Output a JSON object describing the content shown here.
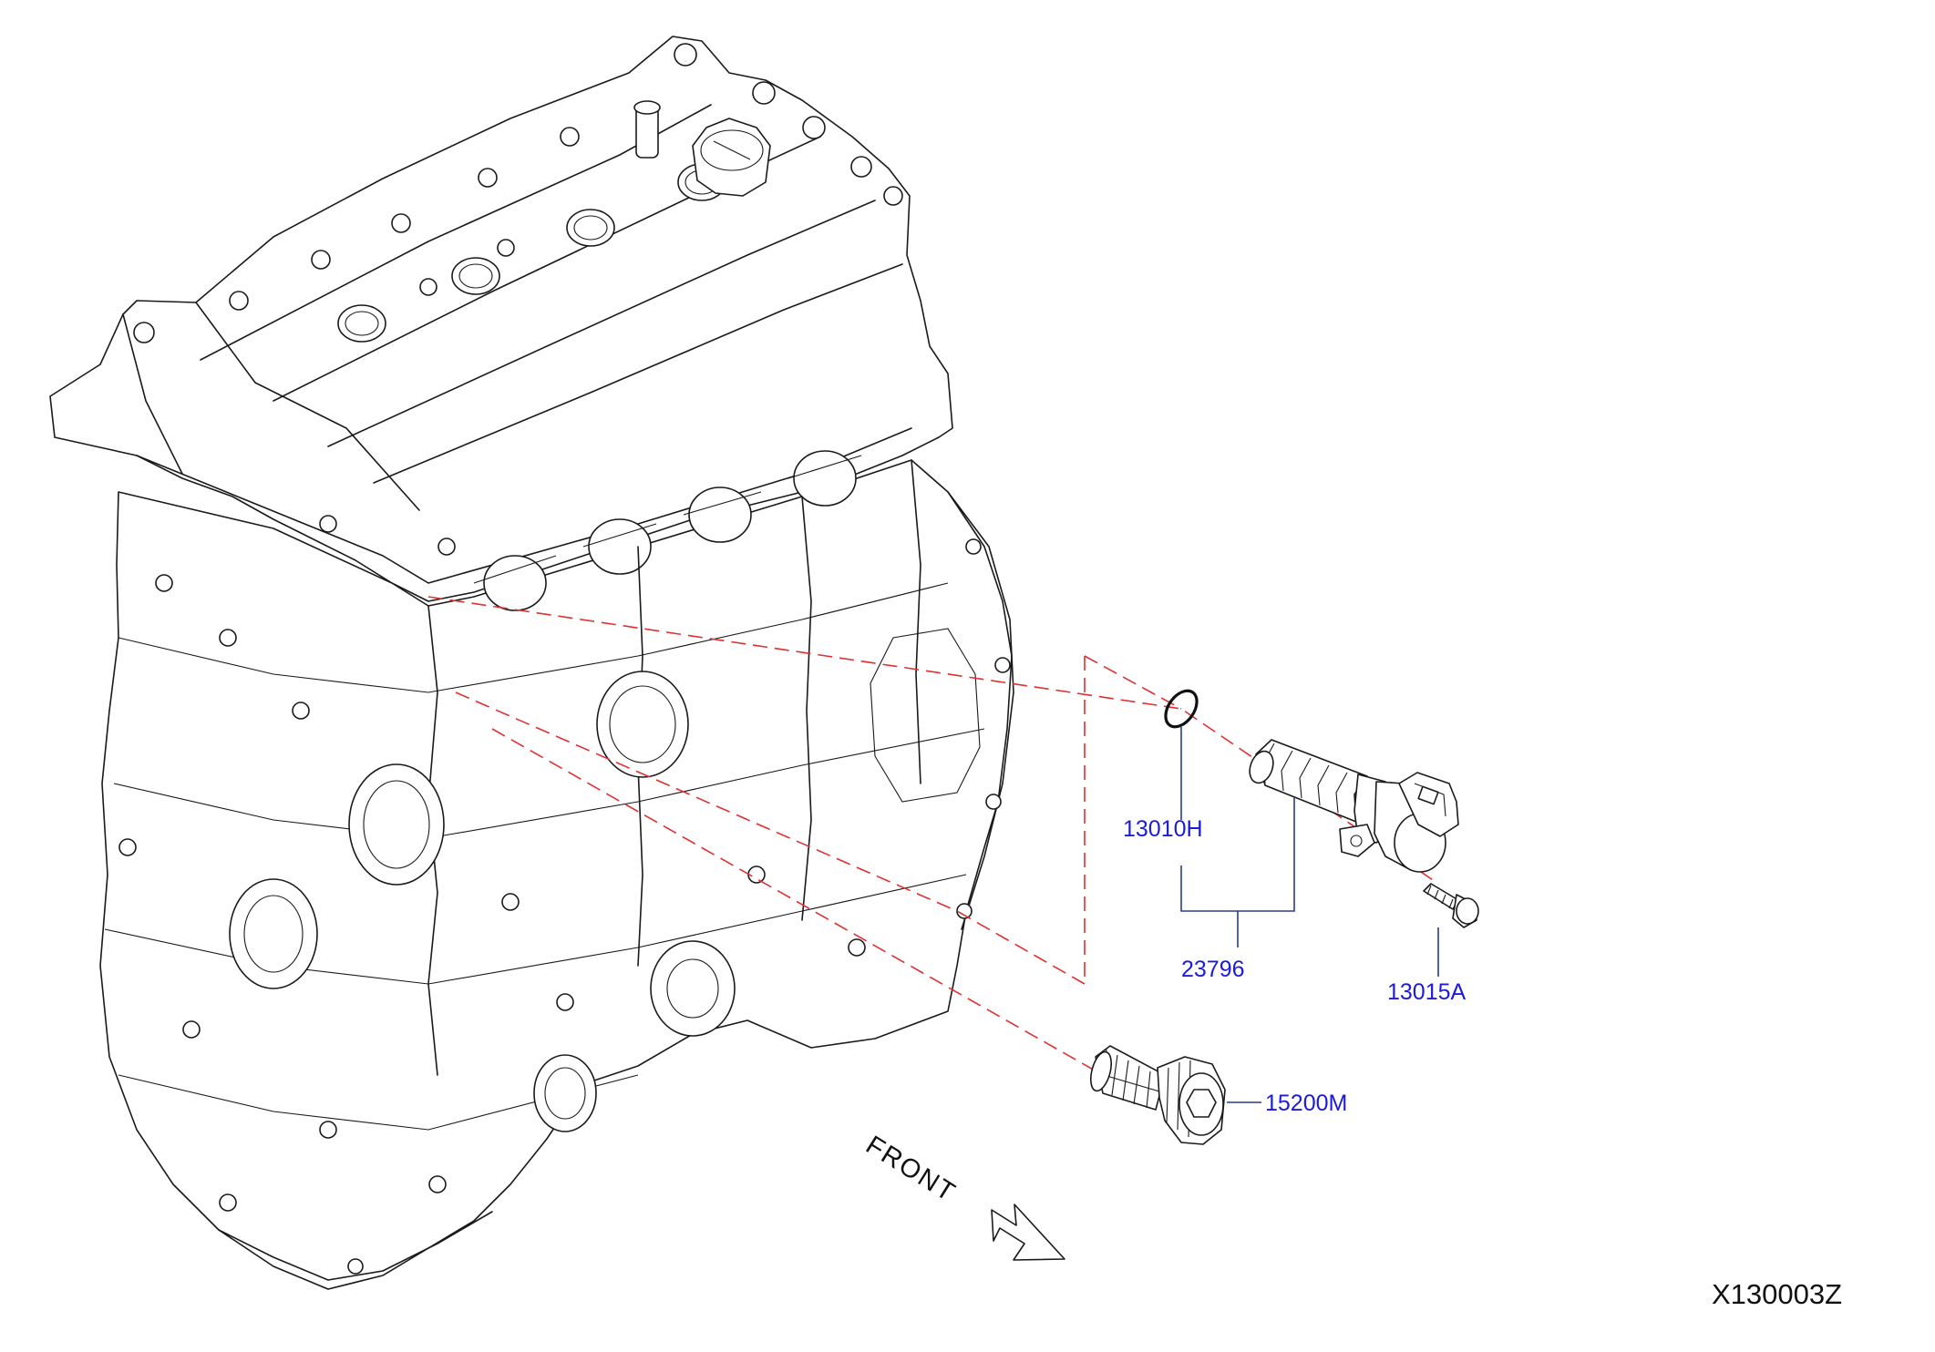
{
  "callouts": {
    "o_ring": "13010H",
    "valve_timing_solenoid": "23796",
    "bolt": "13015A",
    "oil_filter_plug": "15200M"
  },
  "front_label": "FRONT",
  "diagram_code": "X130003Z",
  "colors": {
    "callout_text": "#1c1cd8",
    "leader_line": "#2a3b8f",
    "alignment_dash": "#e03030",
    "line_art": "#1a1a1a",
    "background": "#ffffff"
  }
}
